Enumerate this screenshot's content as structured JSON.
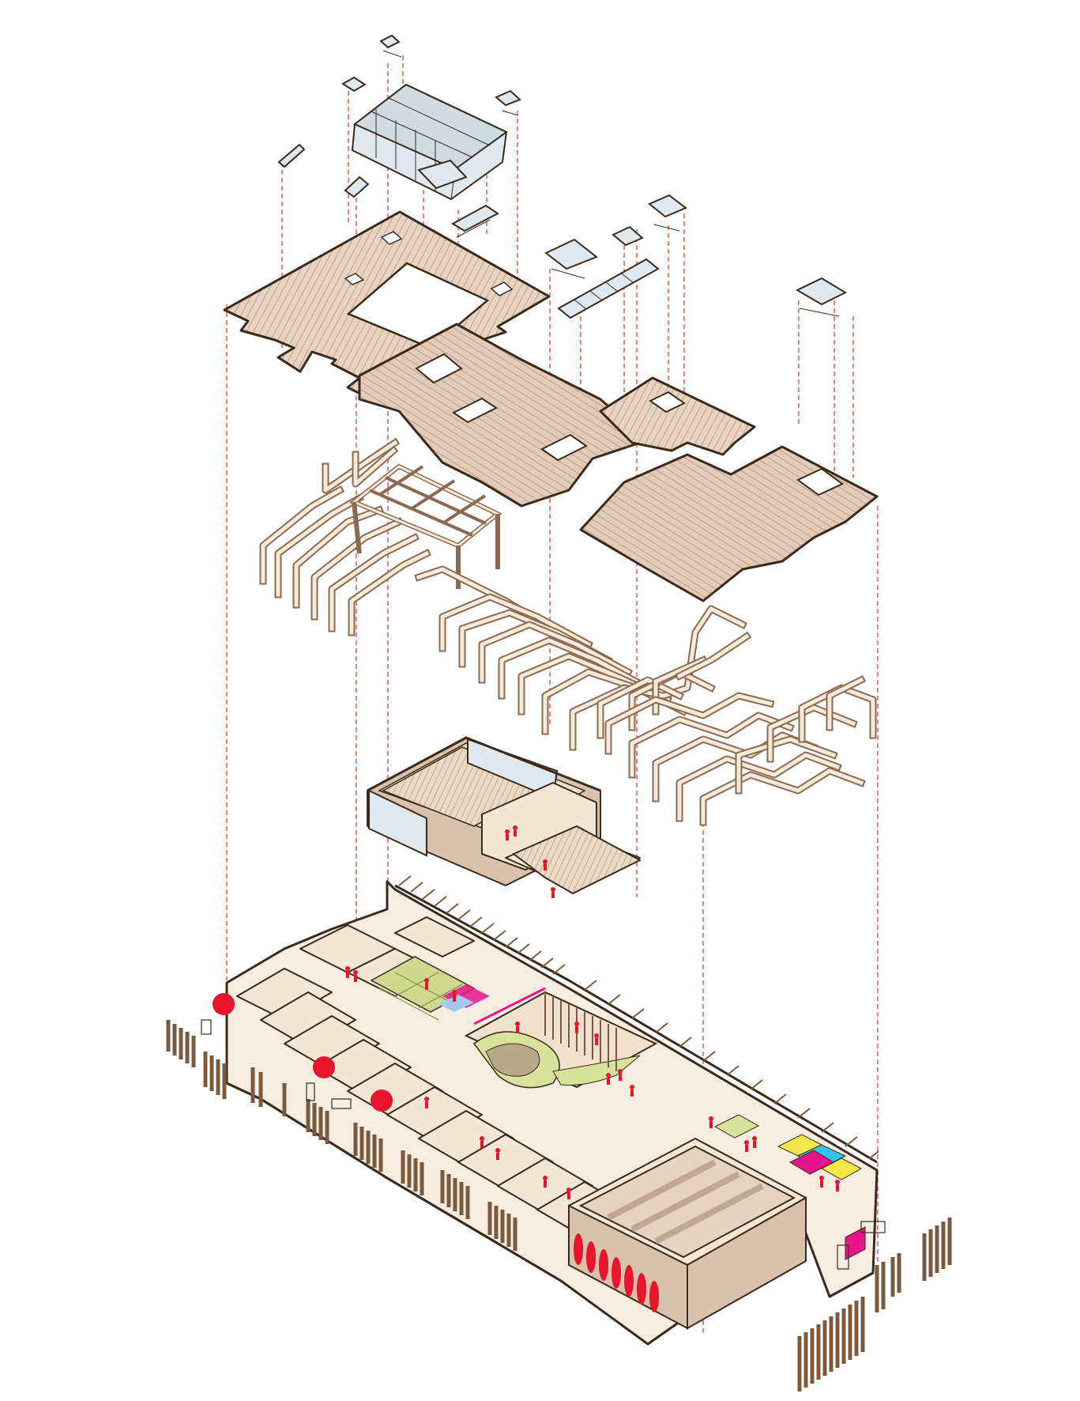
{
  "diagram": {
    "kind": "exploded axonometric building diagram",
    "layers": [
      {
        "name": "roof-skylights"
      },
      {
        "name": "roof-panels"
      },
      {
        "name": "timber-frame-structure"
      },
      {
        "name": "upper-volume"
      },
      {
        "name": "ground-floor-plan"
      }
    ]
  },
  "colors": {
    "outline": "#3a2a1c",
    "roof_fill": "#e7d3c1",
    "timber": "#8a6a52",
    "guide_lines": "#e0302c",
    "people": "#e8142b",
    "courtyard_green": "#d7e29a",
    "playground_yellow": "#f4e64a",
    "playground_cyan": "#33c3e8",
    "playground_magenta": "#e8148a"
  }
}
